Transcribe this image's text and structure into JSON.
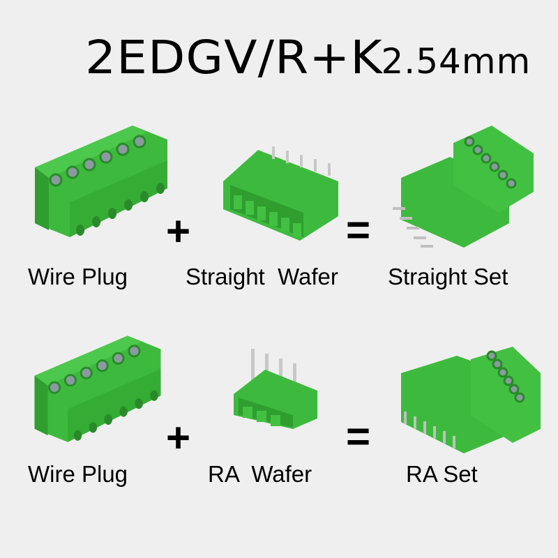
{
  "title": {
    "model": "2EDGV/R+K",
    "pitch": "2.54mm"
  },
  "rows": [
    {
      "items": [
        {
          "label": "Wire Plug",
          "icon": "wire-plug-connector"
        },
        {
          "label": "Straight  Wafer",
          "icon": "straight-wafer-header"
        },
        {
          "label": "Straight Set",
          "icon": "straight-set-assembly"
        }
      ],
      "operators": [
        "+",
        "="
      ]
    },
    {
      "items": [
        {
          "label": "Wire Plug",
          "icon": "wire-plug-connector"
        },
        {
          "label": "RA  Wafer",
          "icon": "ra-wafer-header"
        },
        {
          "label": "RA Set",
          "icon": "ra-set-assembly"
        }
      ],
      "operators": [
        "+",
        "="
      ]
    }
  ],
  "colors": {
    "connector_green": "#3dba3d",
    "connector_dark": "#2a9a2a",
    "background": "#efefef"
  }
}
